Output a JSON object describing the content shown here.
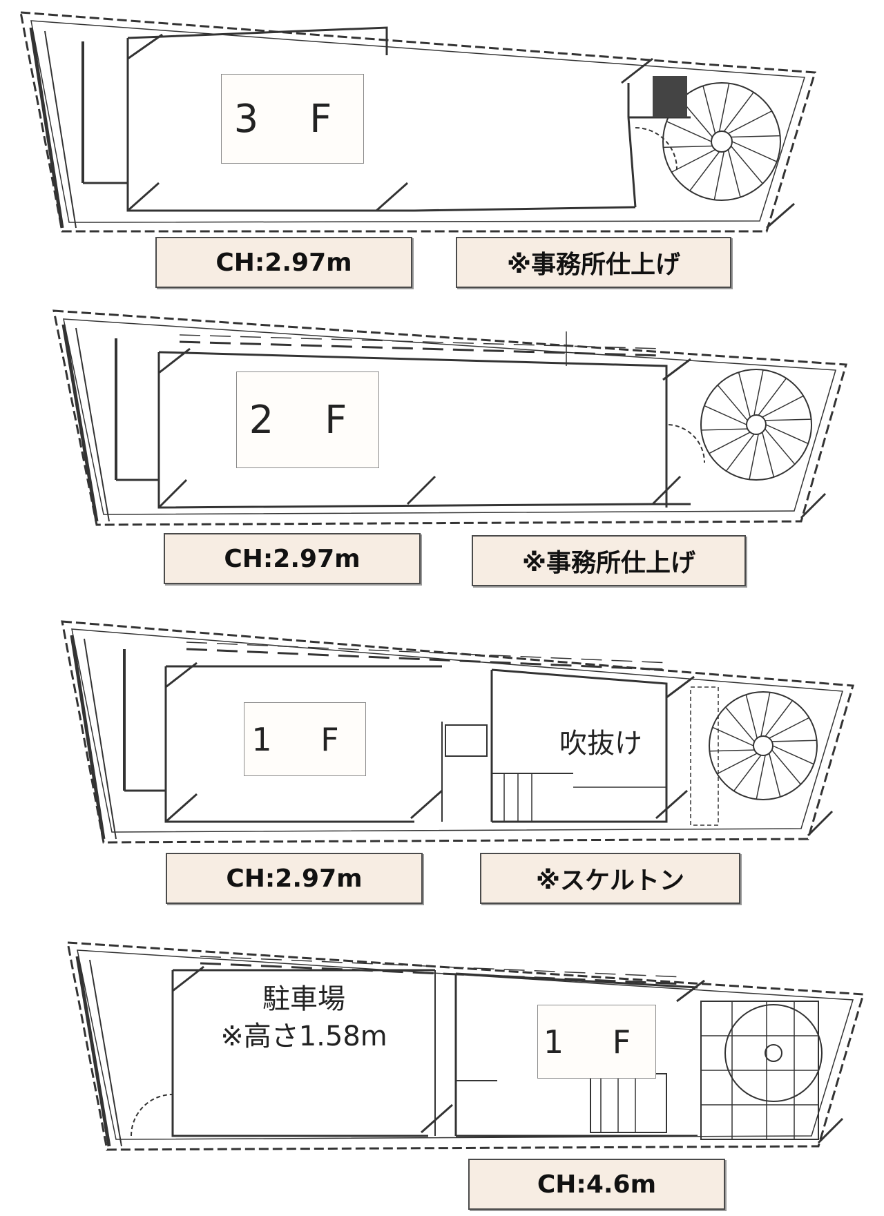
{
  "floors": [
    {
      "id": "3f",
      "floor_label": "3 F",
      "ceiling_height": "CH:2.97m",
      "note": "※事務所仕上げ"
    },
    {
      "id": "2f",
      "floor_label": "2 F",
      "ceiling_height": "CH:2.97m",
      "note": "※事務所仕上げ"
    },
    {
      "id": "1f-upper",
      "floor_label": "1 F",
      "void_label": "吹抜け",
      "ceiling_height": "CH:2.97m",
      "note": "※スケルトン"
    },
    {
      "id": "1f-ground",
      "floor_label": "1 F",
      "parking_label": "駐車場",
      "parking_height": "※高さ1.58m",
      "ceiling_height": "CH:4.6m"
    }
  ],
  "colors": {
    "tag_fill": "#f7ede3",
    "line": "#333333"
  }
}
